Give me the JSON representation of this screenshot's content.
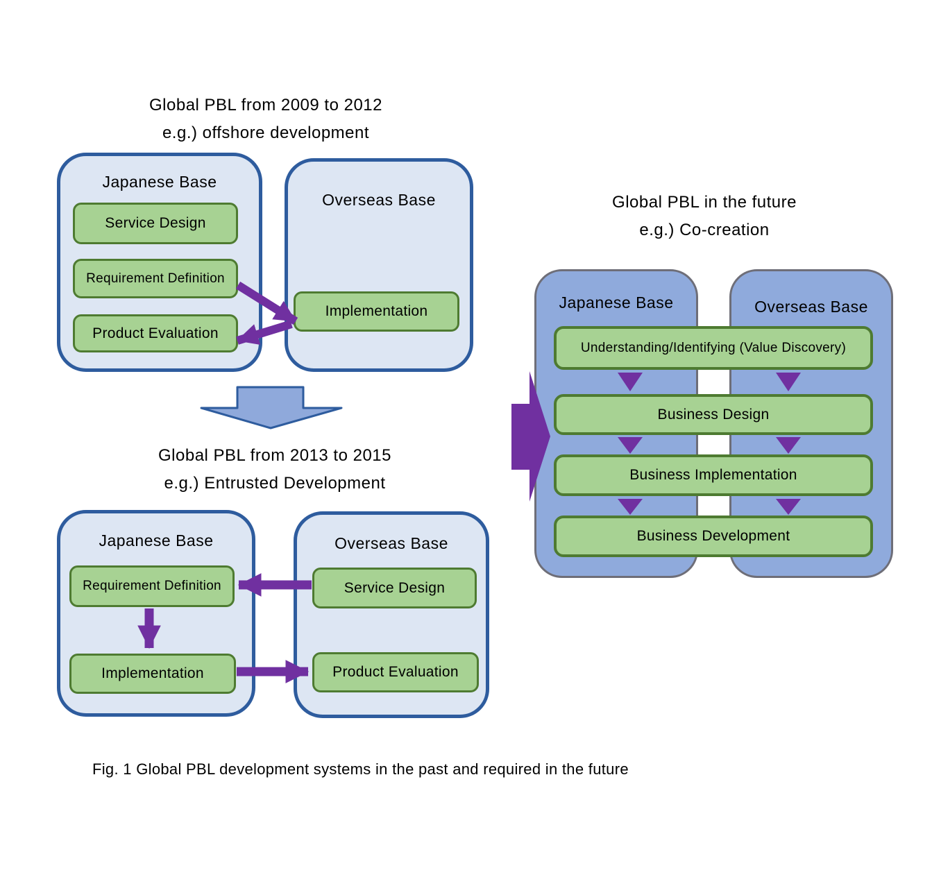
{
  "d2009": {
    "title1": "Global PBL from 2009 to 2012",
    "title2": "e.g.) offshore development",
    "jp": {
      "label": "Japanese Base",
      "boxes": [
        "Service Design",
        "Requirement Definition",
        "Product Evaluation"
      ]
    },
    "ov": {
      "label": "Overseas Base",
      "boxes": [
        "Implementation"
      ]
    }
  },
  "d2013": {
    "title1": "Global PBL from 2013 to 2015",
    "title2": "e.g.) Entrusted Development",
    "jp": {
      "label": "Japanese Base",
      "boxes": [
        "Requirement Definition",
        "Implementation"
      ]
    },
    "ov": {
      "label": "Overseas Base",
      "boxes": [
        "Service Design",
        "Product Evaluation"
      ]
    }
  },
  "dfuture": {
    "title1": "Global PBL in the future",
    "title2": "e.g.) Co-creation",
    "jp_label": "Japanese Base",
    "ov_label": "Overseas Base",
    "steps": [
      "Understanding/Identifying (Value Discovery)",
      "Business Design",
      "Business Implementation",
      "Business Development"
    ]
  },
  "caption": "Fig. 1 Global PBL development systems in the past and required in the future",
  "colors": {
    "panel_light_blue": "#dde6f3",
    "panel_border_blue": "#2e5c9e",
    "panel_medium_blue": "#8faadc",
    "panel_gray_border": "#6e6e78",
    "box_green_fill": "#a7d293",
    "box_green_border": "#4e7b31",
    "arrow_purple": "#7030a0",
    "big_arrow_blue_fill": "#8fa9db"
  }
}
